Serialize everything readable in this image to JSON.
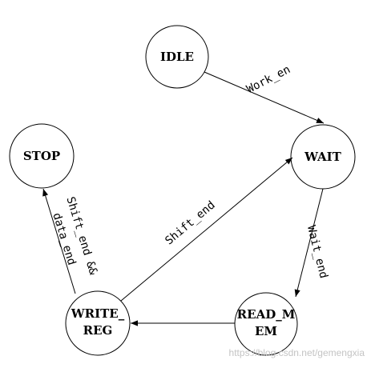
{
  "states": {
    "idle": {
      "lines": [
        "IDLE"
      ]
    },
    "wait": {
      "lines": [
        "WAIT"
      ]
    },
    "stop": {
      "lines": [
        "STOP"
      ]
    },
    "read_mem": {
      "lines": [
        "READ_M",
        "EM"
      ]
    },
    "write_reg": {
      "lines": [
        "WRITE_",
        "REG"
      ]
    }
  },
  "transitions": {
    "idle_to_wait": {
      "label_lines": [
        "Work_en"
      ]
    },
    "wait_to_read_mem": {
      "label_lines": [
        "Wait_end"
      ]
    },
    "read_mem_to_write": {
      "label_lines": []
    },
    "write_to_wait": {
      "label_lines": [
        "Shift_end"
      ]
    },
    "write_to_stop": {
      "label_lines": [
        "Shift_end &&",
        "data_end"
      ]
    }
  },
  "watermark": "https://blog.csdn.net/gemengxia",
  "colors": {
    "stroke": "#000000",
    "watermark": "#c4c4c4"
  }
}
